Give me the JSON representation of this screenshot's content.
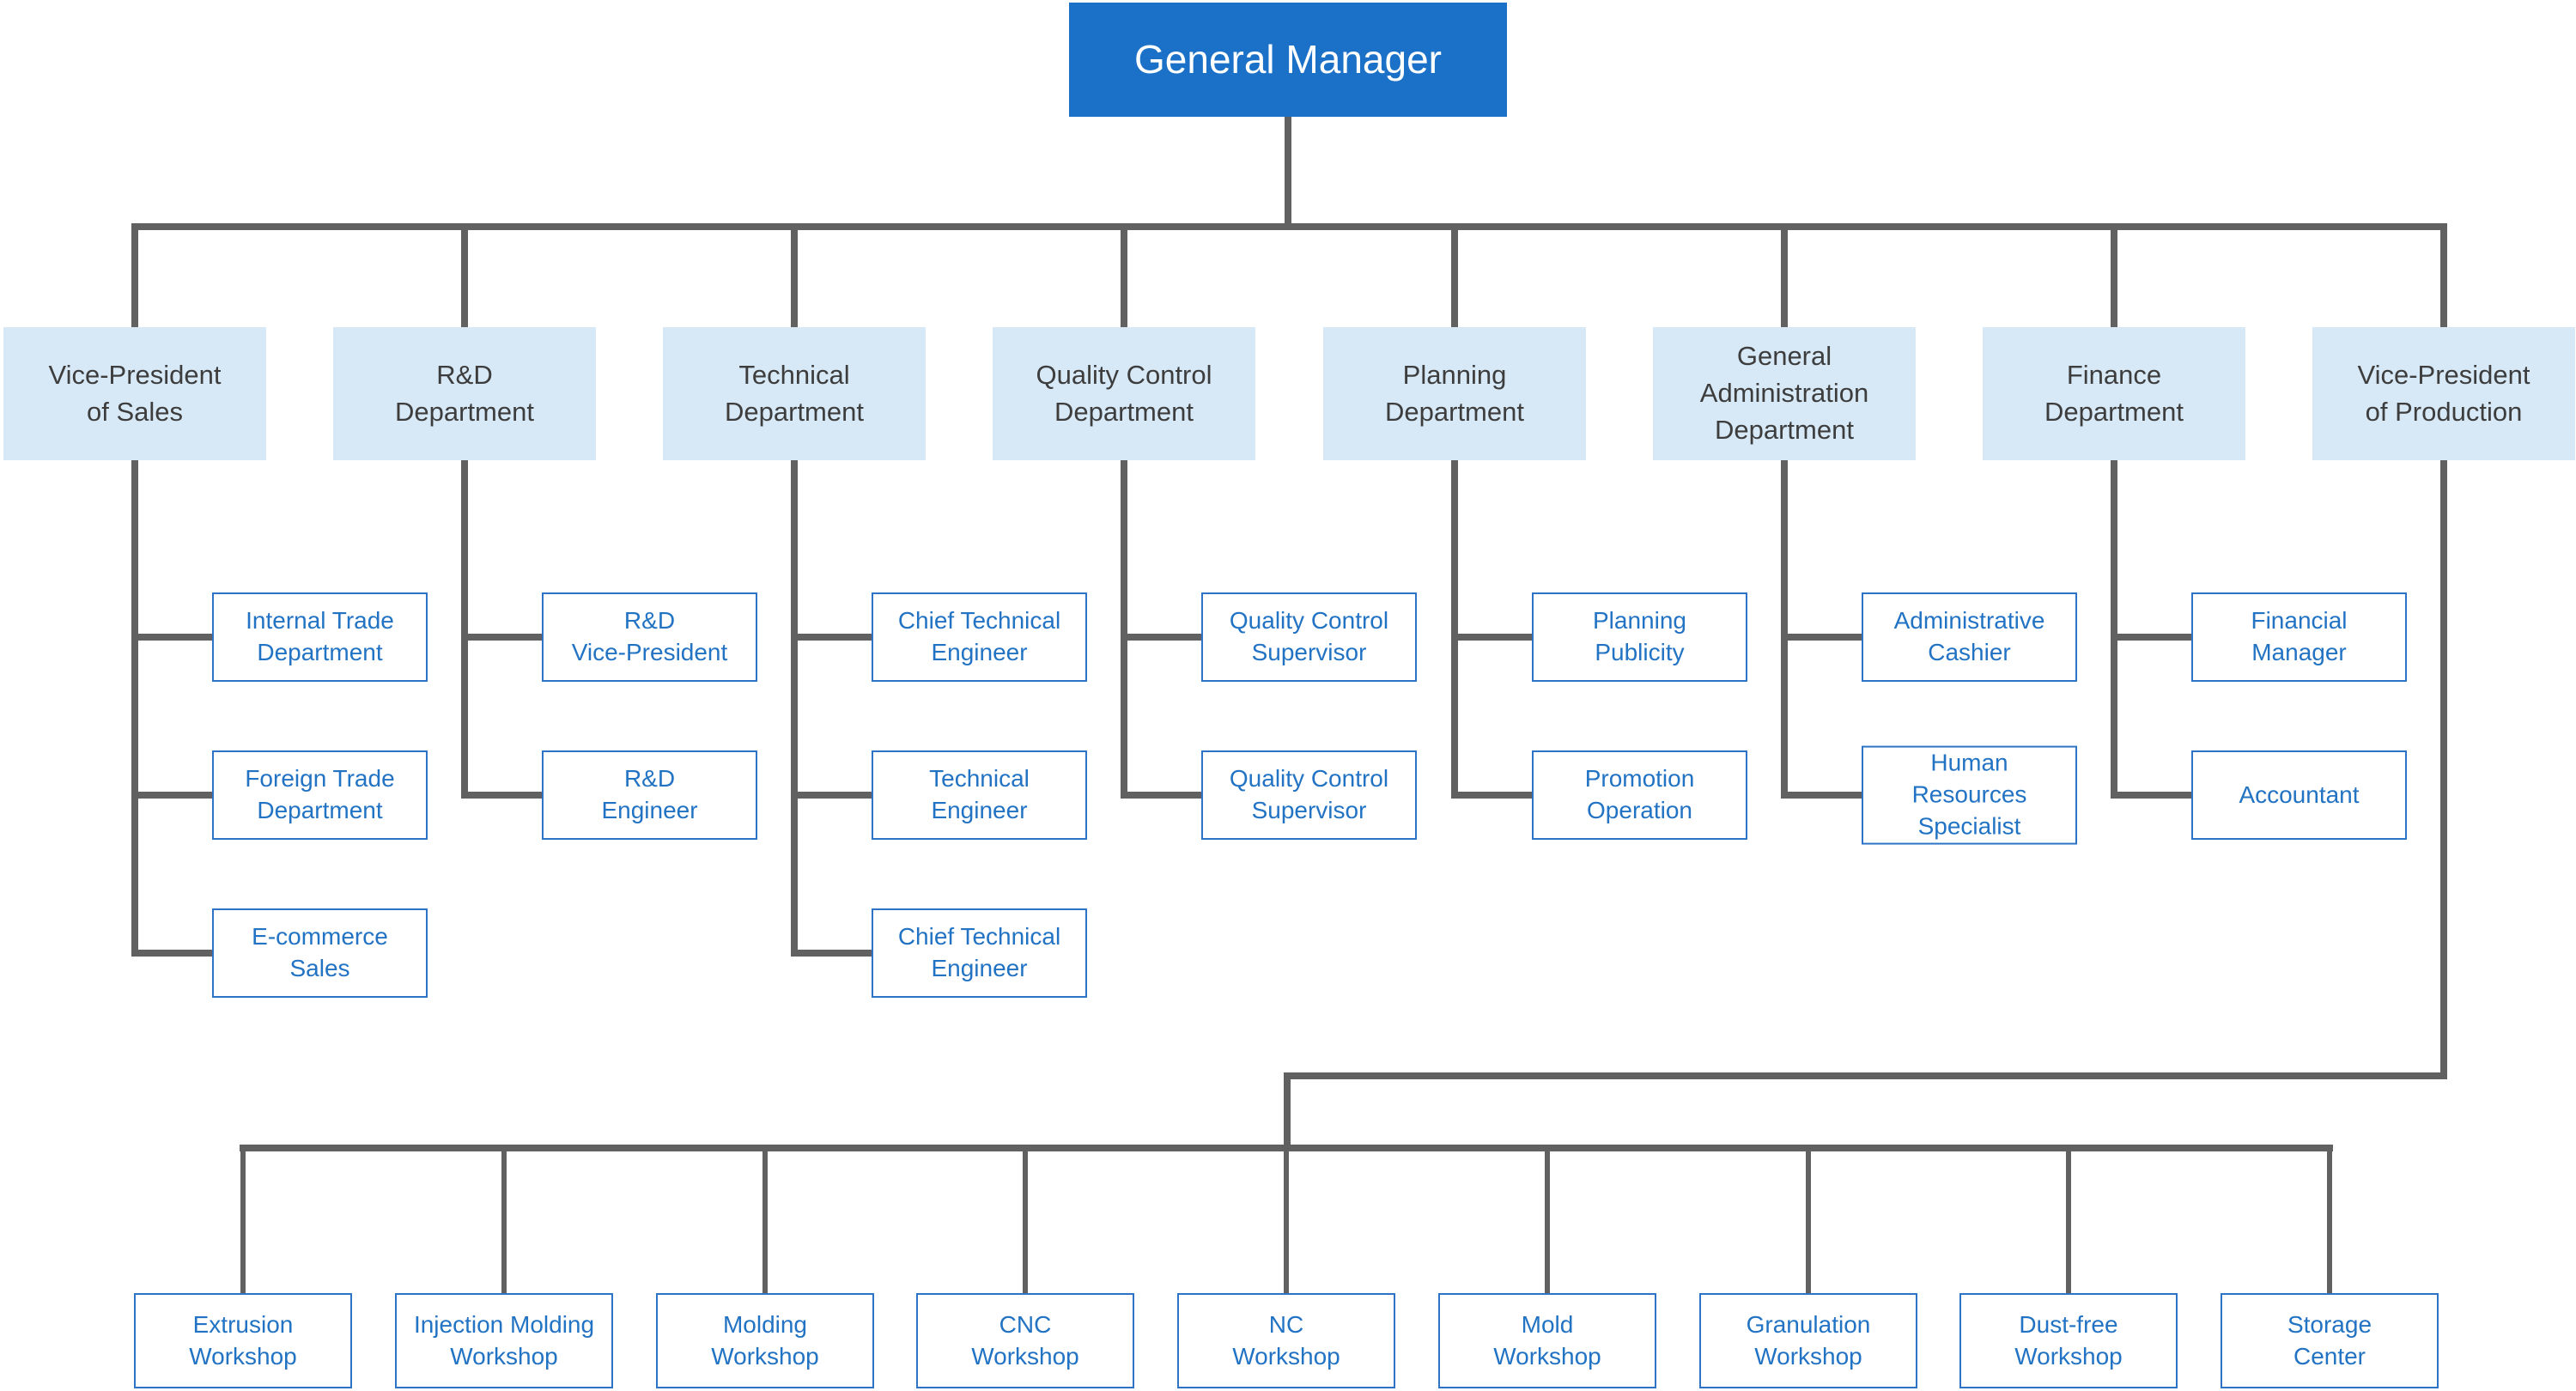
{
  "colors": {
    "background": "#ffffff",
    "root_fill": "#1a71c7",
    "root_text": "#ffffff",
    "dept_fill": "#d7e9f7",
    "dept_text": "#3d3d3d",
    "node_border": "#2e74c6",
    "node_text": "#2273c3",
    "connector": "#616161"
  },
  "org_chart": {
    "root": {
      "label": "General Manager"
    },
    "departments": [
      {
        "label": "Vice-President\nof Sales",
        "children": [
          {
            "label": "Internal Trade\nDepartment"
          },
          {
            "label": "Foreign Trade\nDepartment"
          },
          {
            "label": "E-commerce\nSales"
          }
        ]
      },
      {
        "label": "R&D\nDepartment",
        "children": [
          {
            "label": "R&D\nVice-President"
          },
          {
            "label": "R&D\nEngineer"
          }
        ]
      },
      {
        "label": "Technical\nDepartment",
        "children": [
          {
            "label": "Chief Technical\nEngineer"
          },
          {
            "label": "Technical\nEngineer"
          },
          {
            "label": "Chief Technical\nEngineer"
          }
        ]
      },
      {
        "label": "Quality Control\nDepartment",
        "children": [
          {
            "label": "Quality Control\nSupervisor"
          },
          {
            "label": "Quality Control\nSupervisor"
          }
        ]
      },
      {
        "label": "Planning\nDepartment",
        "children": [
          {
            "label": "Planning\nPublicity"
          },
          {
            "label": "Promotion\nOperation"
          }
        ]
      },
      {
        "label": "General\nAdministration\nDepartment",
        "children": [
          {
            "label": "Administrative\nCashier"
          },
          {
            "label": "Human\nResources\nSpecialist"
          }
        ]
      },
      {
        "label": "Finance\nDepartment",
        "children": [
          {
            "label": "Financial\nManager"
          },
          {
            "label": "Accountant"
          }
        ]
      },
      {
        "label": "Vice-President\nof Production",
        "children": []
      }
    ],
    "workshops": [
      {
        "label": "Extrusion\nWorkshop"
      },
      {
        "label": "Injection Molding\nWorkshop"
      },
      {
        "label": "Molding\nWorkshop"
      },
      {
        "label": "CNC\nWorkshop"
      },
      {
        "label": "NC\nWorkshop"
      },
      {
        "label": "Mold\nWorkshop"
      },
      {
        "label": "Granulation\nWorkshop"
      },
      {
        "label": "Dust-free\nWorkshop"
      },
      {
        "label": "Storage\nCenter"
      }
    ]
  }
}
